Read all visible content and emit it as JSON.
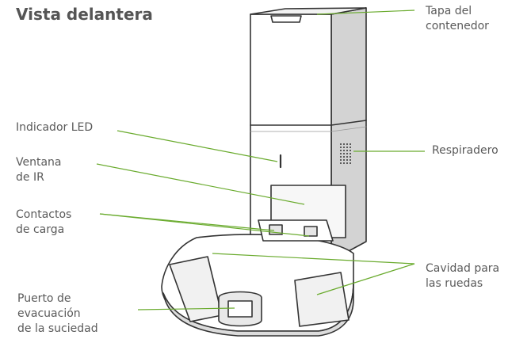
{
  "title": "Vista delantera",
  "colors": {
    "leader_line": "#6aab2e",
    "outline": "#333333",
    "shadow": "#cfcfcf",
    "text": "#5a5a5a"
  },
  "labels": {
    "bin_lid": [
      "Tapa del",
      "contenedor"
    ],
    "led": [
      "Indicador LED"
    ],
    "ir_window": [
      "Ventana",
      "de IR"
    ],
    "charging_contacts": [
      "Contactos",
      "de carga"
    ],
    "vent": [
      "Respiradero"
    ],
    "wheel_wells": [
      "Cavidad para",
      "las ruedas"
    ],
    "evac_port": [
      "Puerto de",
      "evacuación",
      "de la suciedad"
    ]
  }
}
